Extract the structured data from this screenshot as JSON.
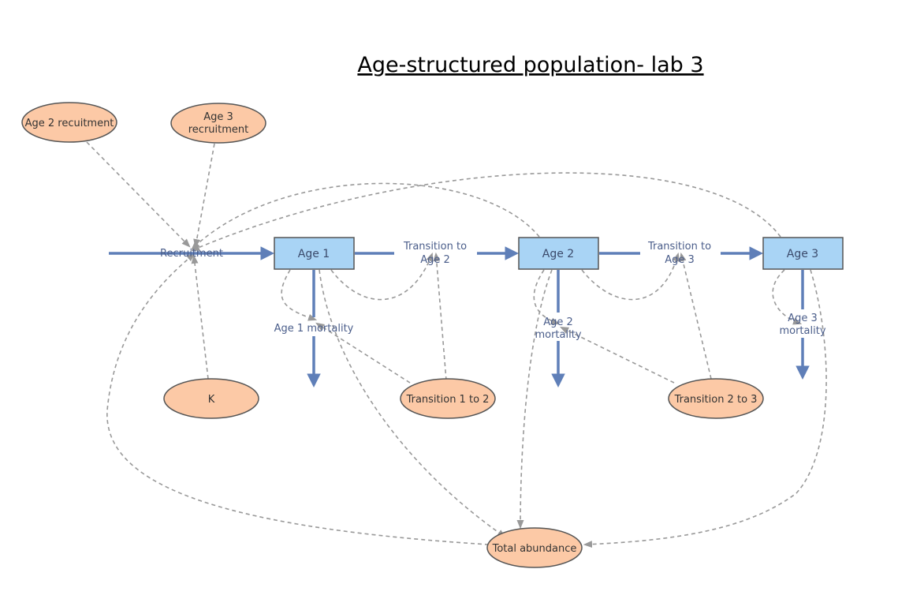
{
  "title": "Age-structured population- lab 3",
  "stocks": {
    "age1": "Age 1",
    "age2": "Age 2",
    "age3": "Age 3"
  },
  "flows": {
    "recruitment": "Recruitment",
    "transition_1_2": [
      "Transition to",
      "Age 2"
    ],
    "transition_2_3": [
      "Transition to",
      "Age 3"
    ],
    "age1_mortality": "Age 1 mortality",
    "age2_mortality": [
      "Age 2",
      "mortality"
    ],
    "age3_mortality": [
      "Age 3",
      "mortality"
    ]
  },
  "variables": {
    "age2_recruitment": "Age 2 recuitment",
    "age3_recruitment": [
      "Age 3",
      "recruitment"
    ],
    "k": "K",
    "transition_1_to_2": "Transition 1 to 2",
    "transition_2_to_3": "Transition 2 to 3",
    "total_abundance": "Total abundance"
  },
  "colors": {
    "stock_fill": "#a9d4f5",
    "variable_fill": "#fcc9a6",
    "flow": "#5f7fb8",
    "link": "#999999"
  }
}
